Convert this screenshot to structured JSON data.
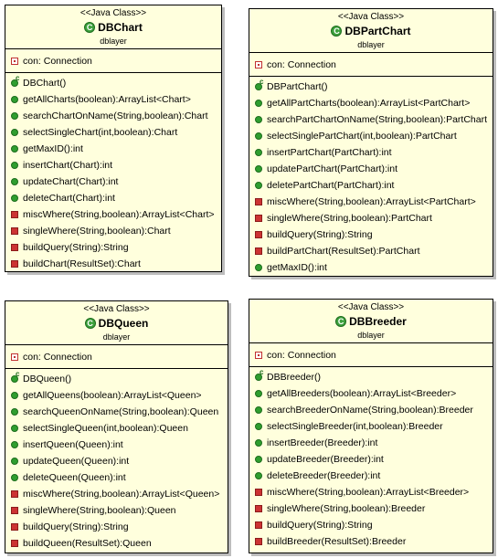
{
  "classes": [
    {
      "stereotype": "<<Java Class>>",
      "name": "DBChart",
      "package": "dblayer",
      "attributes": [
        {
          "label": "con: Connection",
          "kind": "private-field"
        }
      ],
      "operations": [
        {
          "label": "DBChart()",
          "kind": "constructor"
        },
        {
          "label": "getAllCharts(boolean):ArrayList<Chart>",
          "kind": "public-method"
        },
        {
          "label": "searchChartOnName(String,boolean):Chart",
          "kind": "public-method"
        },
        {
          "label": "selectSingleChart(int,boolean):Chart",
          "kind": "public-method"
        },
        {
          "label": "getMaxID():int",
          "kind": "public-method"
        },
        {
          "label": "insertChart(Chart):int",
          "kind": "public-method"
        },
        {
          "label": "updateChart(Chart):int",
          "kind": "public-method"
        },
        {
          "label": "deleteChart(Chart):int",
          "kind": "public-method"
        },
        {
          "label": "miscWhere(String,boolean):ArrayList<Chart>",
          "kind": "private-method"
        },
        {
          "label": "singleWhere(String,boolean):Chart",
          "kind": "private-method"
        },
        {
          "label": "buildQuery(String):String",
          "kind": "private-method"
        },
        {
          "label": "buildChart(ResultSet):Chart",
          "kind": "private-method"
        }
      ]
    },
    {
      "stereotype": "<<Java Class>>",
      "name": "DBPartChart",
      "package": "dblayer",
      "attributes": [
        {
          "label": "con: Connection",
          "kind": "private-field"
        }
      ],
      "operations": [
        {
          "label": "DBPartChart()",
          "kind": "constructor"
        },
        {
          "label": "getAllPartCharts(boolean):ArrayList<PartChart>",
          "kind": "public-method"
        },
        {
          "label": "searchPartChartOnName(String,boolean):PartChart",
          "kind": "public-method"
        },
        {
          "label": "selectSinglePartChart(int,boolean):PartChart",
          "kind": "public-method"
        },
        {
          "label": "insertPartChart(PartChart):int",
          "kind": "public-method"
        },
        {
          "label": "updatePartChart(PartChart):int",
          "kind": "public-method"
        },
        {
          "label": "deletePartChart(PartChart):int",
          "kind": "public-method"
        },
        {
          "label": "miscWhere(String,boolean):ArrayList<PartChart>",
          "kind": "private-method"
        },
        {
          "label": "singleWhere(String,boolean):PartChart",
          "kind": "private-method"
        },
        {
          "label": "buildQuery(String):String",
          "kind": "private-method"
        },
        {
          "label": "buildPartChart(ResultSet):PartChart",
          "kind": "private-method"
        },
        {
          "label": "getMaxID():int",
          "kind": "public-method"
        }
      ]
    },
    {
      "stereotype": "<<Java Class>>",
      "name": "DBQueen",
      "package": "dblayer",
      "attributes": [
        {
          "label": "con: Connection",
          "kind": "private-field"
        }
      ],
      "operations": [
        {
          "label": "DBQueen()",
          "kind": "constructor"
        },
        {
          "label": "getAllQueens(boolean):ArrayList<Queen>",
          "kind": "public-method"
        },
        {
          "label": "searchQueenOnName(String,boolean):Queen",
          "kind": "public-method"
        },
        {
          "label": "selectSingleQueen(int,boolean):Queen",
          "kind": "public-method"
        },
        {
          "label": "insertQueen(Queen):int",
          "kind": "public-method"
        },
        {
          "label": "updateQueen(Queen):int",
          "kind": "public-method"
        },
        {
          "label": "deleteQueen(Queen):int",
          "kind": "public-method"
        },
        {
          "label": "miscWhere(String,boolean):ArrayList<Queen>",
          "kind": "private-method"
        },
        {
          "label": "singleWhere(String,boolean):Queen",
          "kind": "private-method"
        },
        {
          "label": "buildQuery(String):String",
          "kind": "private-method"
        },
        {
          "label": "buildQueen(ResultSet):Queen",
          "kind": "private-method"
        }
      ]
    },
    {
      "stereotype": "<<Java Class>>",
      "name": "DBBreeder",
      "package": "dblayer",
      "attributes": [
        {
          "label": "con: Connection",
          "kind": "private-field"
        }
      ],
      "operations": [
        {
          "label": "DBBreeder()",
          "kind": "constructor"
        },
        {
          "label": "getAllBreeders(boolean):ArrayList<Breeder>",
          "kind": "public-method"
        },
        {
          "label": "searchBreederOnName(String,boolean):Breeder",
          "kind": "public-method"
        },
        {
          "label": "selectSingleBreeder(int,boolean):Breeder",
          "kind": "public-method"
        },
        {
          "label": "insertBreeder(Breeder):int",
          "kind": "public-method"
        },
        {
          "label": "updateBreeder(Breeder):int",
          "kind": "public-method"
        },
        {
          "label": "deleteBreeder(Breeder):int",
          "kind": "public-method"
        },
        {
          "label": "miscWhere(String,boolean):ArrayList<Breeder>",
          "kind": "private-method"
        },
        {
          "label": "singleWhere(String,boolean):Breeder",
          "kind": "private-method"
        },
        {
          "label": "buildQuery(String):String",
          "kind": "private-method"
        },
        {
          "label": "buildBreeder(ResultSet):Breeder",
          "kind": "private-method"
        }
      ]
    }
  ]
}
